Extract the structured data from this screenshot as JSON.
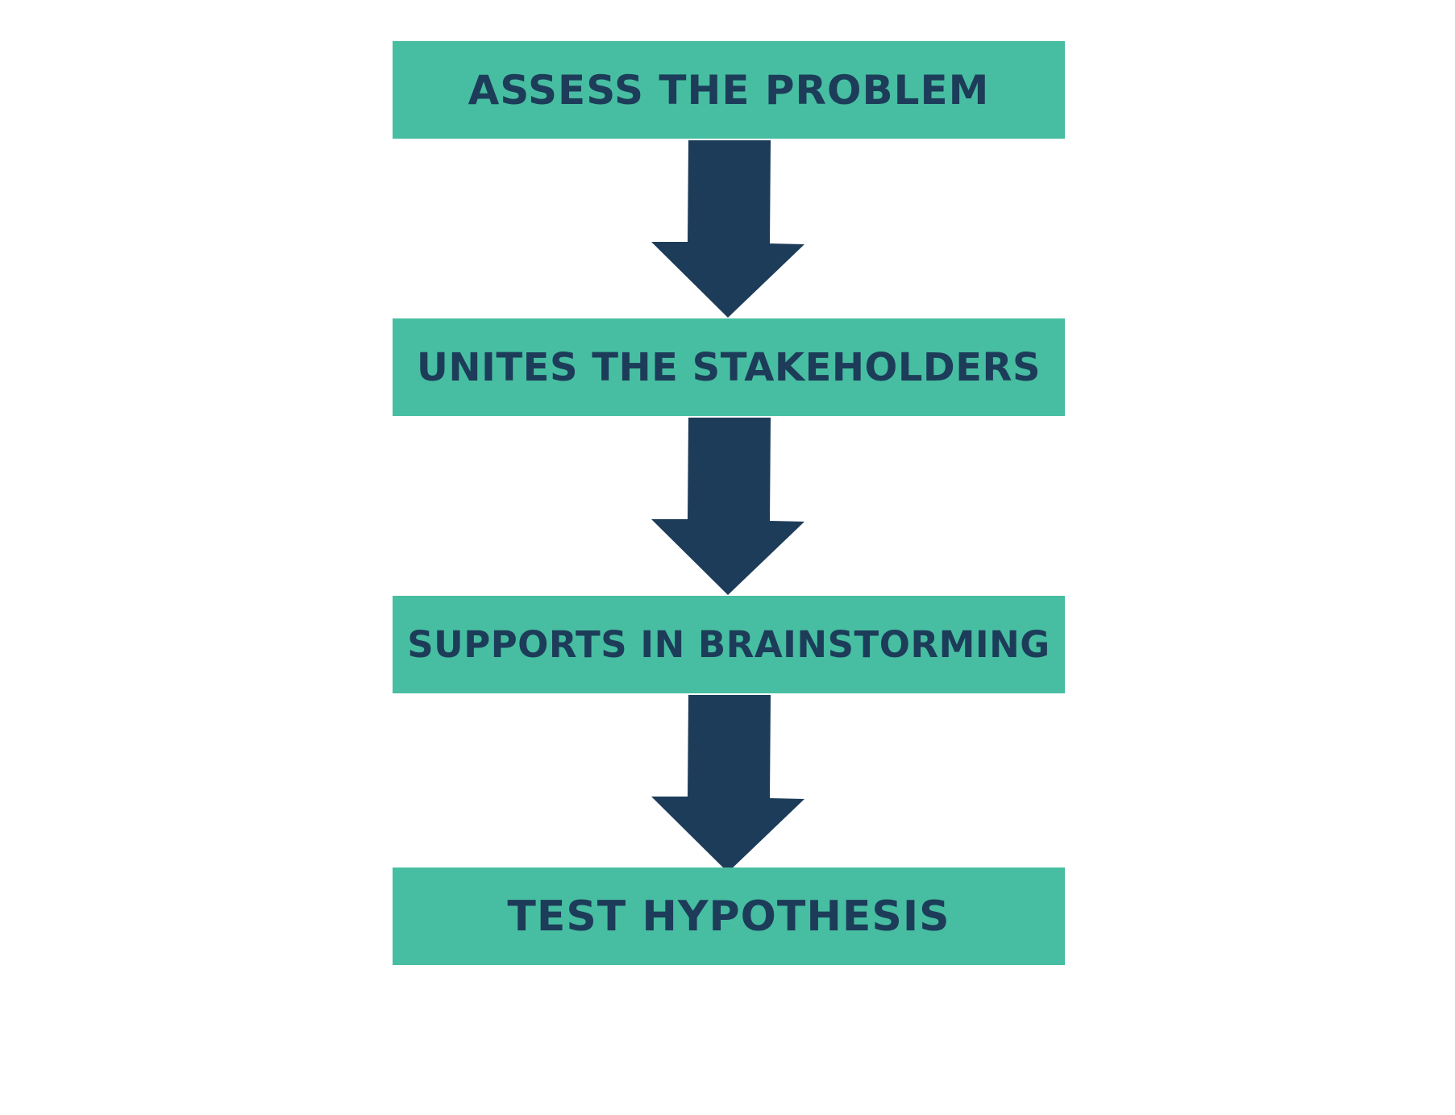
{
  "colors": {
    "box_fill": "#47bea1",
    "text": "#1d3c59",
    "arrow": "#1d3c59",
    "background": "#ffffff"
  },
  "steps": [
    {
      "label": "ASSESS THE PROBLEM"
    },
    {
      "label": "UNITES THE STAKEHOLDERS"
    },
    {
      "label": "SUPPORTS IN BRAINSTORMING"
    },
    {
      "label": "TEST HYPOTHESIS"
    }
  ],
  "arrows": [
    {
      "icon": "arrow-down-icon"
    },
    {
      "icon": "arrow-down-icon"
    },
    {
      "icon": "arrow-down-icon"
    }
  ]
}
